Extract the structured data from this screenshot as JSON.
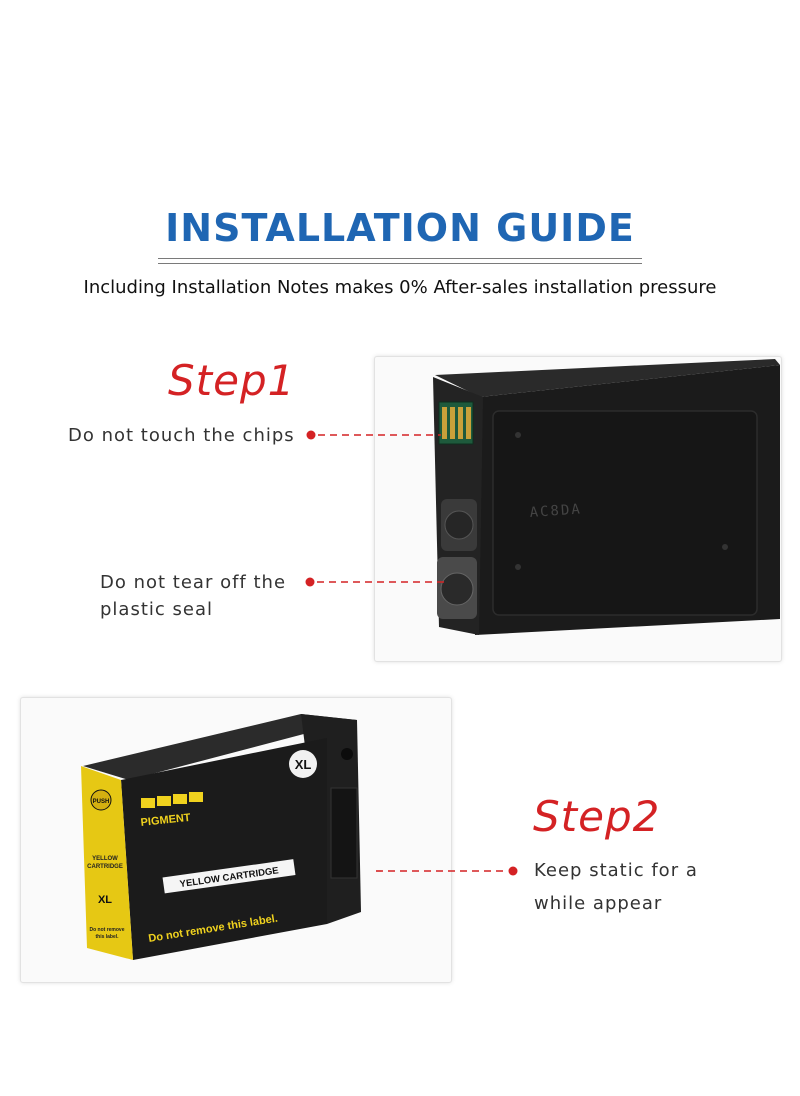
{
  "header": {
    "title": "INSTALLATION GUIDE",
    "subtitle": "Including Installation Notes makes 0% After-sales installation pressure"
  },
  "step1": {
    "heading": "Step1",
    "notes": [
      {
        "text": "Do not touch the chips"
      },
      {
        "line1": "Do not tear off the",
        "line2": "plastic seal"
      }
    ],
    "cartridge_engraving": "AC8DA"
  },
  "step2": {
    "heading": "Step2",
    "note_line1": "Keep static for a",
    "note_line2": "while  appear",
    "cartridge": {
      "badge": "XL",
      "push": "PUSH",
      "pigment": "PIGMENT",
      "color_name": "YELLOW CARTRIDGE",
      "side_name_line1": "YELLOW",
      "side_name_line2": "CARTRIDGE",
      "side_size": "XL",
      "warning": "Do not remove this label.",
      "side_small_line1": "Do not remove",
      "side_small_line2": "this label."
    }
  },
  "colors": {
    "title_blue": "#1f66b3",
    "step_red": "#d42224",
    "cartridge_black": "#1b1b1b",
    "label_yellow": "#f2dc1e"
  }
}
